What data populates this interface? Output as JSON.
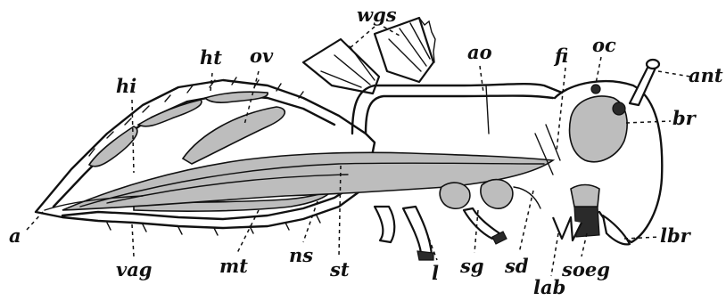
{
  "labels": {
    "wgs": "wgs",
    "ht": "ht",
    "ov": "ov",
    "hi": "hi",
    "ao": "ao",
    "fi": "fi",
    "oc": "oc",
    "ant": "ant",
    "br": "br",
    "a": "a",
    "vag": "vag",
    "mt": "mt",
    "ns": "ns",
    "st": "st",
    "l": "l",
    "sg": "sg",
    "sd": "sd",
    "lab": "lab",
    "soeg": "soeg",
    "lbr": "lbr"
  }
}
